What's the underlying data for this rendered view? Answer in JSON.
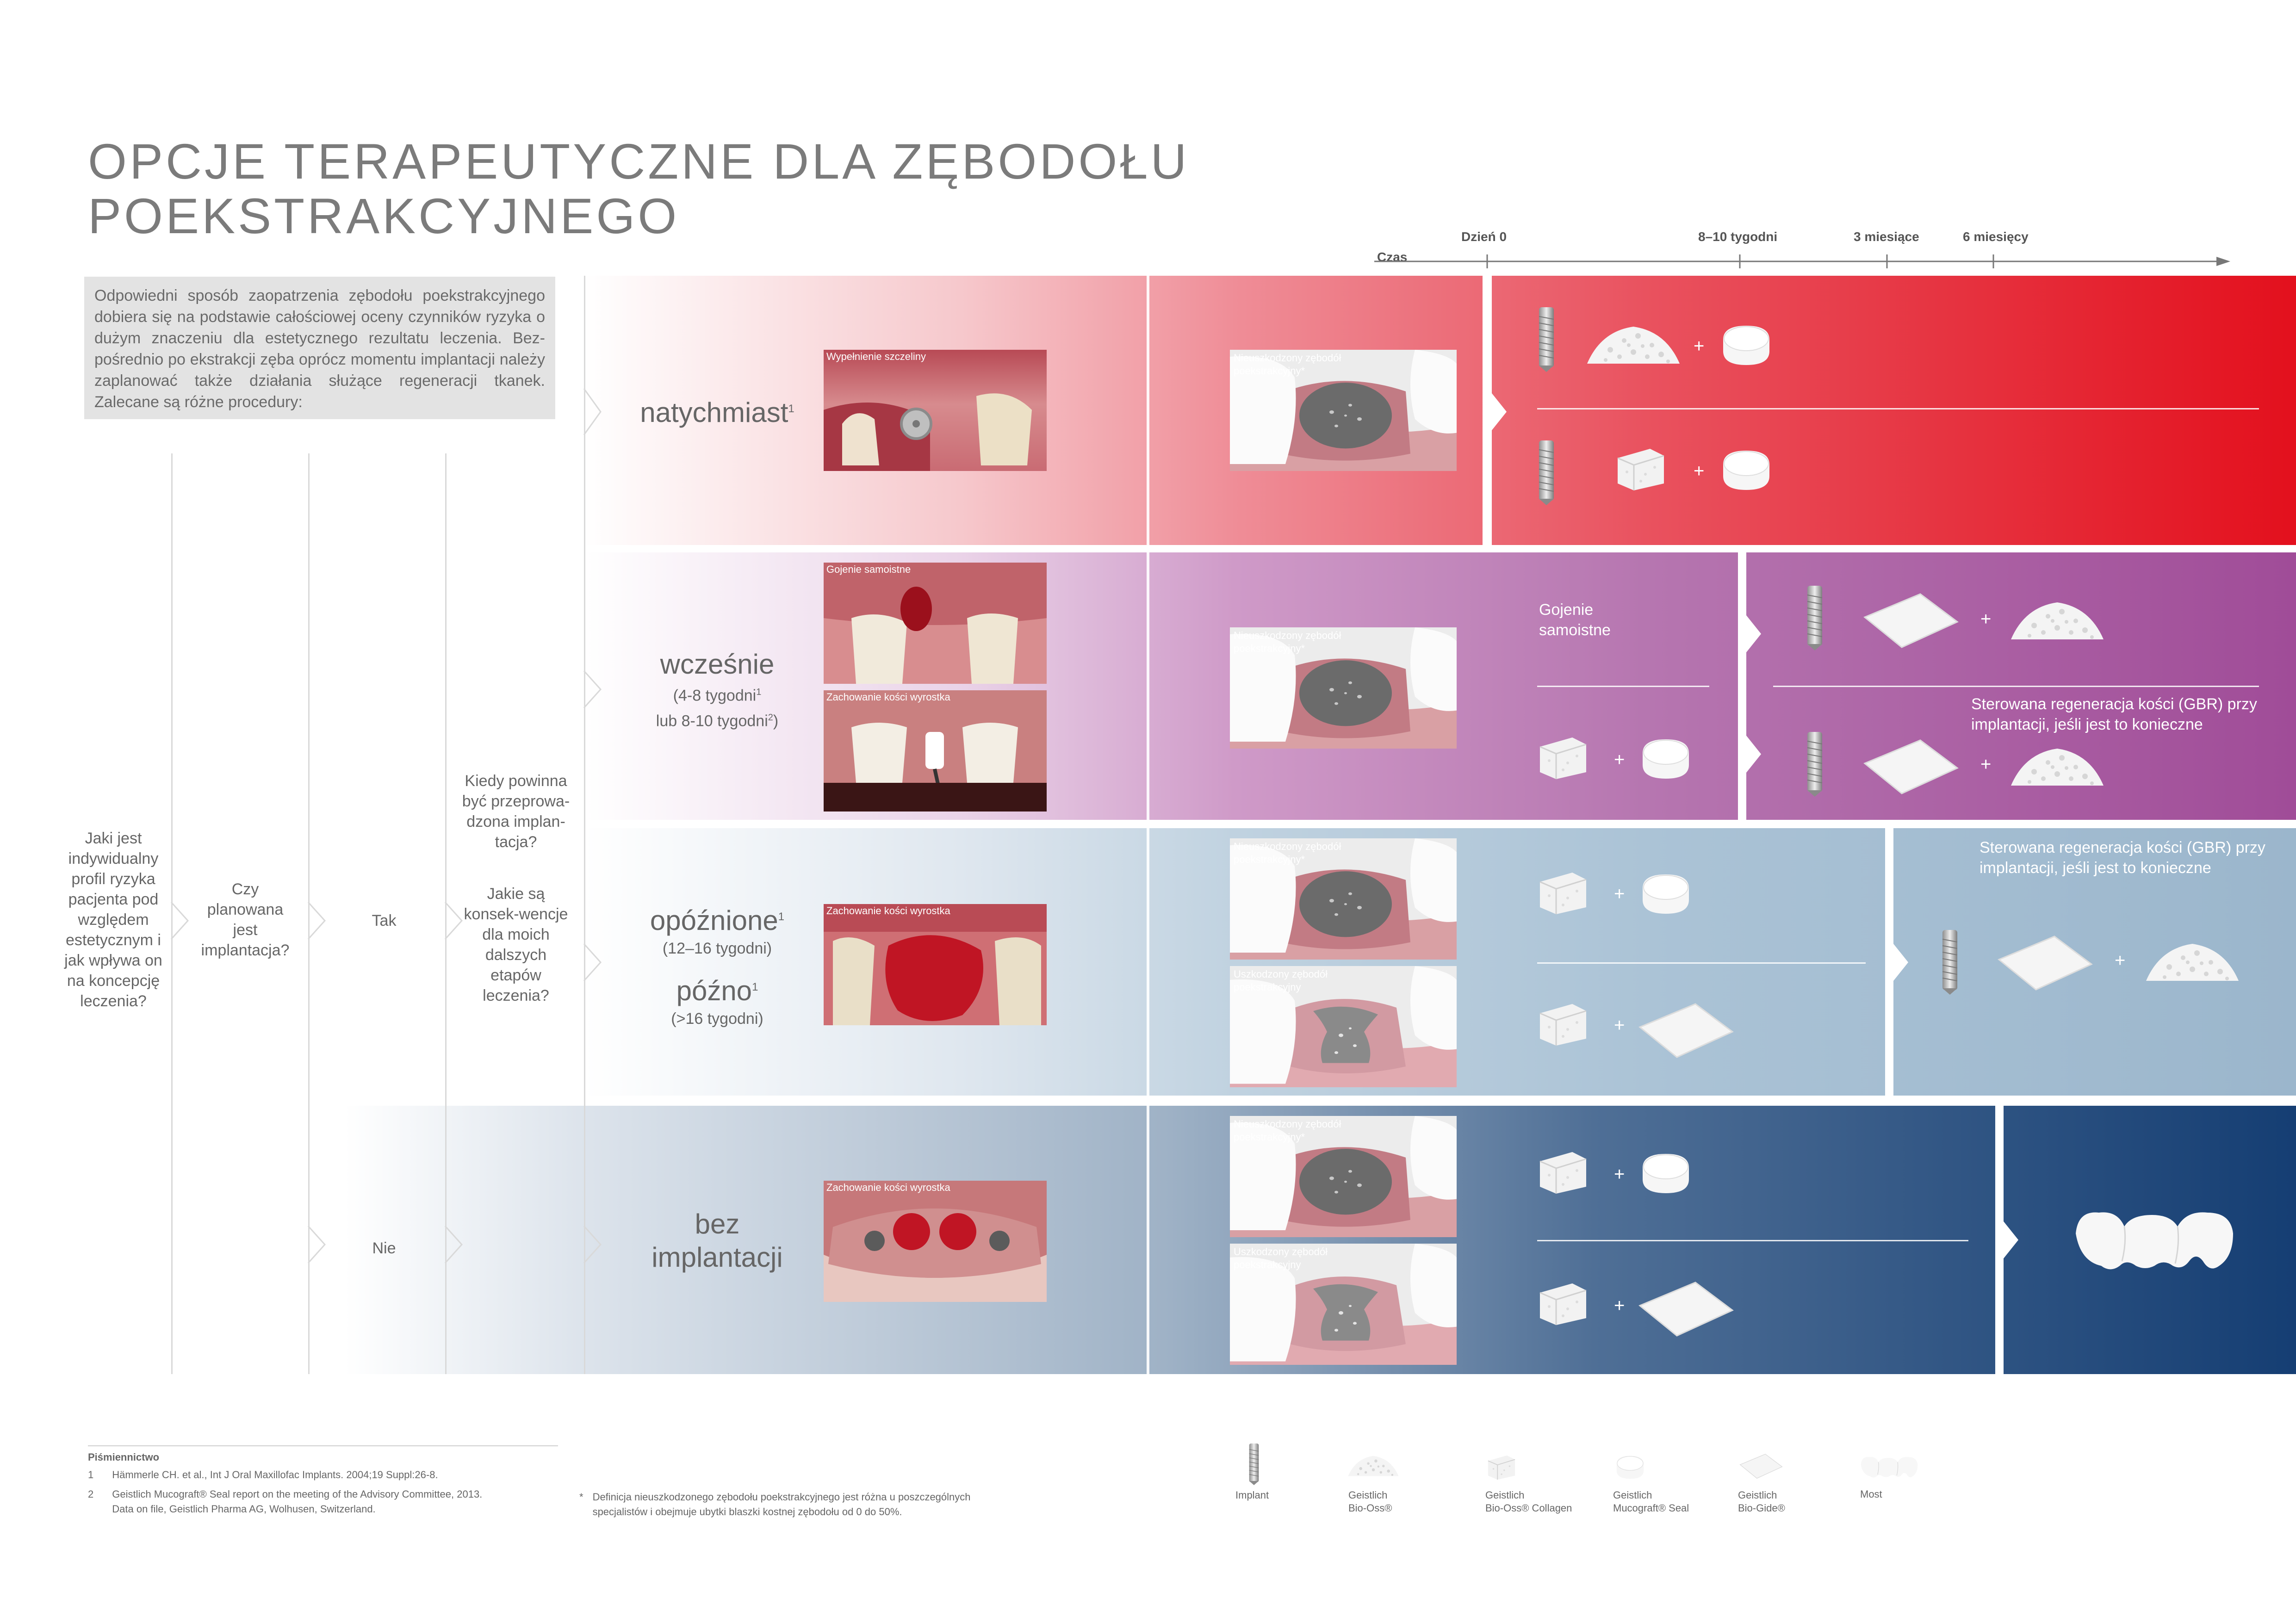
{
  "title": {
    "line1": "OPCJE TERAPEUTYCZNE DLA ZĘBODOŁU",
    "line2": "POEKSTRAKCYJNEGO"
  },
  "intro": "Odpowiedni sposób zaopatrzenia zębodołu poekstrakcyjnego dobiera się na podstawie całościowej oceny czynników ryzyka o dużym znaczeniu dla estetycznego rezultatu leczenia. Bez-pośrednio po ekstrakcji zęba oprócz momentu implantacji należy zaplanować także działania służące regeneracji tkanek. Zalecane są różne procedury:",
  "timeline": {
    "czas": "Czas",
    "day0": "Dzień 0",
    "w8_10": "8–10 tygodni",
    "m3": "3 miesiące",
    "m6": "6 miesięcy"
  },
  "questions": {
    "q1": "Jaki jest indywidualny profil ryzyka pacjenta pod względem estetycznym i jak wpływa on na koncepcję leczenia?",
    "q2": "Czy planowana jest implantacja?",
    "tak": "Tak",
    "nie": "Nie",
    "q3": "Kiedy powinna być przeprowa-dzona implan-tacja?",
    "q4": "Jakie są konsek-wencje dla moich dalszych etapów leczenia?"
  },
  "categories": {
    "immediate": "natychmiast",
    "immediate_sup": "1",
    "early": "wcześnie",
    "early_sub1": "(4-8 tygodni",
    "early_sub1_sup": "1",
    "early_sub2": "lub 8-10 tygodni",
    "early_sub2_sup": "2",
    "delayed": "opóźnione",
    "delayed_sup": "1",
    "delayed_sub": "(12–16 tygodni)",
    "late": "późno",
    "late_sup": "1",
    "late_sub": "(>16 tygodni)",
    "none1": "bez",
    "none2": "implantacji"
  },
  "photo_captions": {
    "p1": "Wypełnienie szczeliny",
    "p2": "Gojenie samoistne",
    "p3": "Zachowanie kości wyrostka",
    "p4": "Zachowanie kości wyrostka",
    "p5": "Zachowanie kości wyrostka"
  },
  "illus_captions": {
    "intact": "Nieuszkodzony zębodół poekstrakcyjny*",
    "damaged": "Uszkodzony zębodół poekstrakcyjny"
  },
  "band_text": {
    "gojenie": "Gojenie samoistne",
    "gbr1": "Sterowana regeneracja kości (GBR) przy implantacji, jeśli jest to konieczne",
    "gbr2": "Sterowana regeneracja kości (GBR) przy implantacji, jeśli jest to konieczne",
    "plus": "+"
  },
  "references": {
    "heading": "Piśmiennictwo",
    "r1n": "1",
    "r1": "Hämmerle CH. et al., Int J Oral Maxillofac Implants. 2004;19 Suppl:26-8.",
    "r2n": "2",
    "r2a": "Geistlich Mucograft® Seal report on the meeting of the Advisory Committee, 2013.",
    "r2b": "Data on file, Geistlich Pharma AG, Wolhusen, Switzerland.",
    "star": "*",
    "note1": "Definicja nieuszkodzonego zębodołu poekstrakcyjnego jest różna u poszczególnych",
    "note2": "specjalistów i obejmuje ubytki blaszki kostnej zębodołu od 0 do 50%."
  },
  "legend": {
    "implant": "Implant",
    "biooss1": "Geistlich",
    "biooss2": "Bio-Oss®",
    "collagen1": "Geistlich",
    "collagen2": "Bio-Oss® Collagen",
    "seal1": "Geistlich",
    "seal2": "Mucograft® Seal",
    "gide1": "Geistlich",
    "gide2": "Bio-Gide®",
    "most": "Most"
  },
  "colors": {
    "red": "#e3101d",
    "purple": "#a04c98",
    "lightblue": "#9bb6cc",
    "navy": "#153e73"
  },
  "icons": [
    "implant-icon",
    "granules-icon",
    "collagen-block-icon",
    "seal-icon",
    "membrane-icon",
    "bridge-icon"
  ]
}
